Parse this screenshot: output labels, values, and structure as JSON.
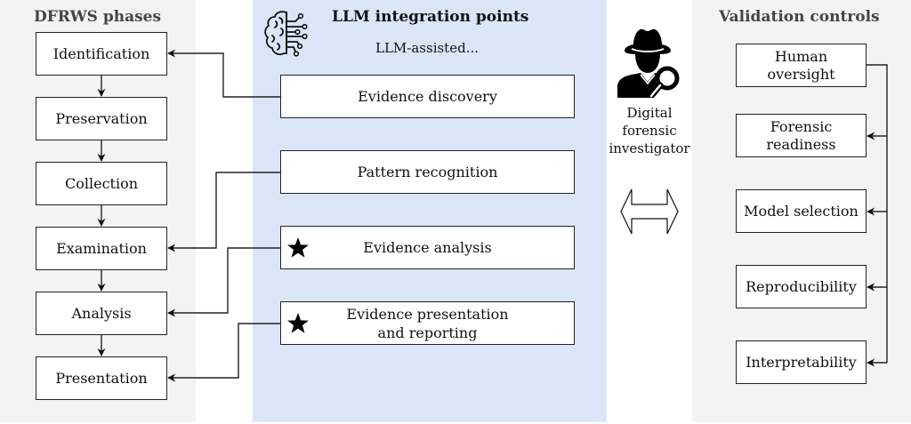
{
  "panels": {
    "left": {
      "title": "DFRWS phases",
      "phases": [
        "Identification",
        "Preservation",
        "Collection",
        "Examination",
        "Analysis",
        "Presentation"
      ]
    },
    "center": {
      "title": "LLM integration points",
      "subtitle": "LLM-assisted...",
      "icon": "brain-circuit-icon",
      "items": [
        {
          "label": "Evidence discovery",
          "starred": false,
          "links_to": "Identification"
        },
        {
          "label": "Pattern recognition",
          "starred": false,
          "links_to": "Examination"
        },
        {
          "label": "Evidence analysis",
          "starred": true,
          "links_to": "Analysis"
        },
        {
          "label": "Evidence presentation\nand reporting",
          "starred": true,
          "links_to": "Presentation"
        }
      ]
    },
    "investigator": {
      "icon": "detective-with-magnifier-icon",
      "label": "Digital\nforensic\ninvestigator",
      "connector": "double-arrow-icon"
    },
    "right": {
      "title": "Validation controls",
      "controls": [
        "Human\noversight",
        "Forensic\nreadiness",
        "Model selection",
        "Reproducibility",
        "Interpretability"
      ]
    }
  },
  "colors": {
    "side_panel_bg": "#f3f3f3",
    "center_panel_bg": "#dae6f8",
    "box_border": "#222222",
    "side_title": "#444444"
  }
}
